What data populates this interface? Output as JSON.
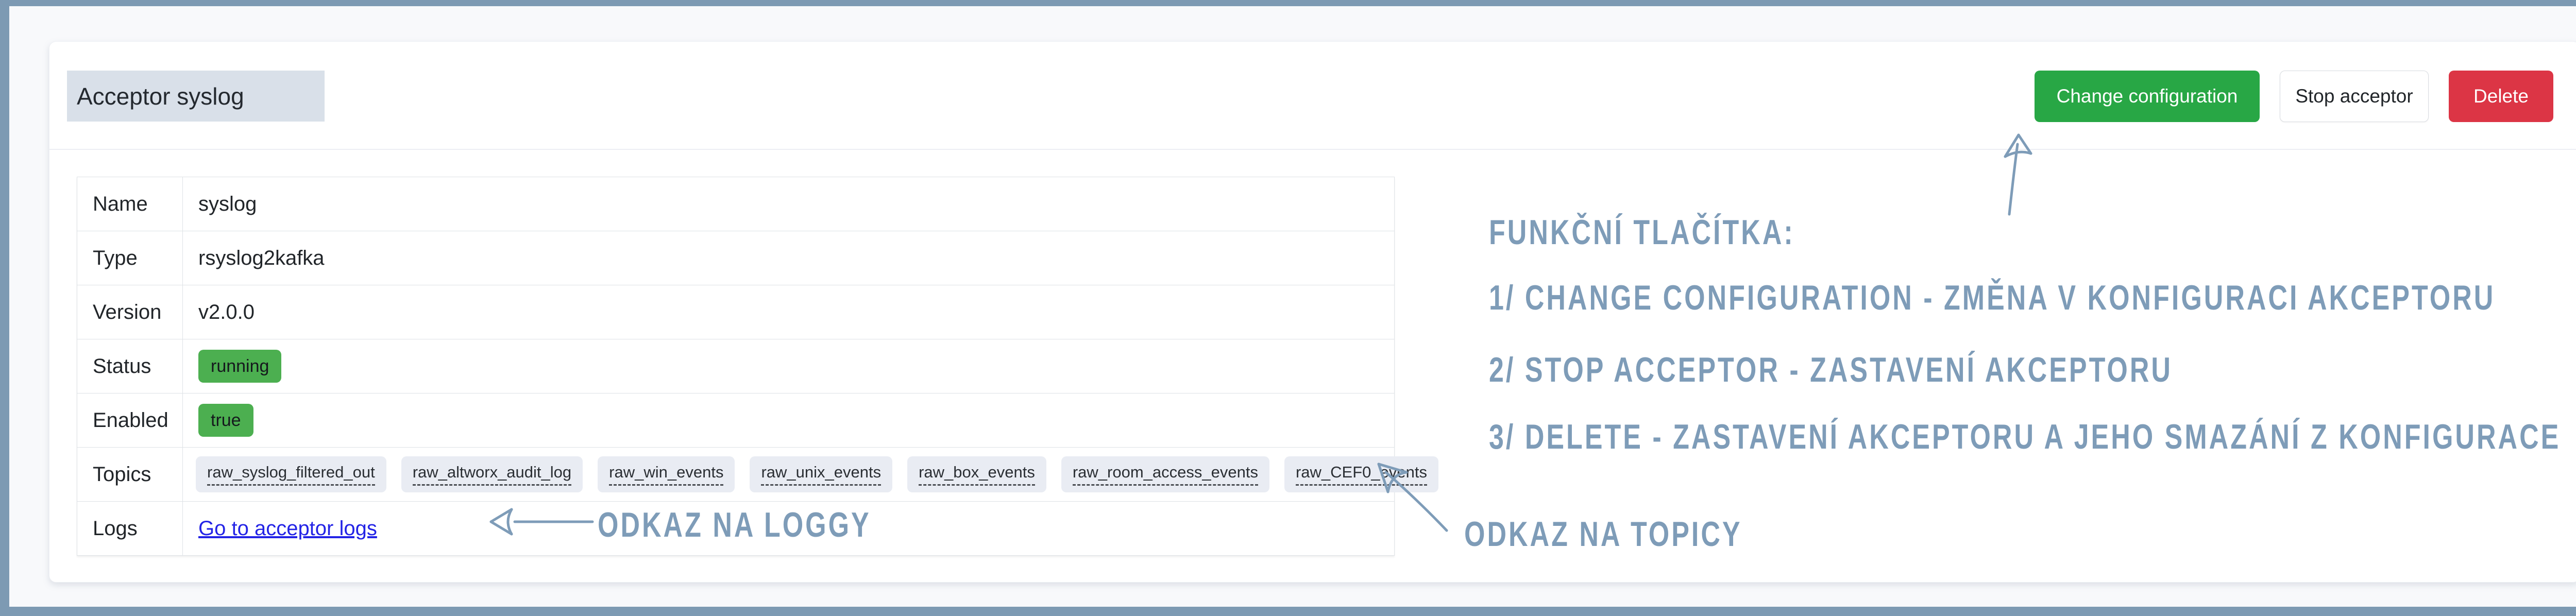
{
  "header": {
    "title": "Acceptor syslog",
    "buttons": {
      "change_configuration": "Change configuration",
      "stop_acceptor": "Stop acceptor",
      "delete": "Delete"
    }
  },
  "details_table": {
    "rows": [
      {
        "label": "Name",
        "type": "text",
        "value": "syslog"
      },
      {
        "label": "Type",
        "type": "text",
        "value": "rsyslog2kafka"
      },
      {
        "label": "Version",
        "type": "text",
        "value": "v2.0.0"
      },
      {
        "label": "Status",
        "type": "badge",
        "value": "running",
        "badge_color": "#4caf50"
      },
      {
        "label": "Enabled",
        "type": "badge",
        "value": "true",
        "badge_color": "#4caf50"
      },
      {
        "label": "Topics",
        "type": "tags",
        "values": [
          "raw_syslog_filtered_out",
          "raw_altworx_audit_log",
          "raw_win_events",
          "raw_unix_events",
          "raw_box_events",
          "raw_room_access_events",
          "raw_CEF0_events"
        ]
      },
      {
        "label": "Logs",
        "type": "link",
        "value": "Go to acceptor logs"
      }
    ]
  },
  "annotations": {
    "color": "#7e9cb8",
    "buttons_heading": "FUNKČNÍ TLAČÍTKA:",
    "button_note_1": "1/ CHANGE CONFIGURATION - ZMĚNA V KONFIGURACI AKCEPTORU",
    "button_note_2": "2/ STOP ACCEPTOR - ZASTAVENÍ AKCEPTORU",
    "button_note_3": "3/ DELETE - ZASTAVENÍ AKCEPTORU A JEHO SMAZÁNÍ Z KONFIGURACE",
    "logs_note": "ODKAZ NA LOGGY",
    "topics_note": "ODKAZ NA TOPICY"
  },
  "colors": {
    "frame": "#7d9ab3",
    "page_background": "#f8f9fb",
    "card_background": "#ffffff",
    "title_highlight": "#d9e0e9",
    "button_success": "#28a745",
    "button_danger": "#dc3545",
    "badge_green": "#4caf50",
    "tag_background": "#e9ecf3",
    "link_blue": "#2323e6",
    "table_border": "#dee2e6"
  }
}
